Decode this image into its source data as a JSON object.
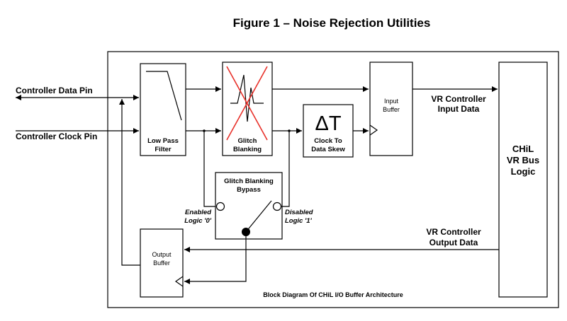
{
  "title": "Figure 1 – Noise Rejection Utilities",
  "caption": "Block Diagram Of CHiL I/O Buffer Architecture",
  "pins": {
    "data": "Controller Data Pin",
    "clock": "Controller Clock Pin"
  },
  "blocks": {
    "low_pass": [
      "Low Pass",
      "Filter"
    ],
    "glitch": [
      "Glitch",
      "Blanking"
    ],
    "clock_skew": {
      "symbol": "ΔT",
      "lines": [
        "Clock To",
        "Data Skew"
      ]
    },
    "input_buffer": [
      "Input",
      "Buffer"
    ],
    "bus_logic": [
      "CHiL",
      "VR Bus",
      "Logic"
    ],
    "bypass": [
      "Glitch Blanking",
      "Bypass"
    ],
    "output_buffer": [
      "Output",
      "Buffer"
    ]
  },
  "labels": {
    "enabled": [
      "Enabled",
      "Logic '0'"
    ],
    "disabled": [
      "Disabled",
      "Logic '1'"
    ],
    "input_data": [
      "VR Controller",
      "Input Data"
    ],
    "output_data": [
      "VR Controller",
      "Output Data"
    ]
  }
}
